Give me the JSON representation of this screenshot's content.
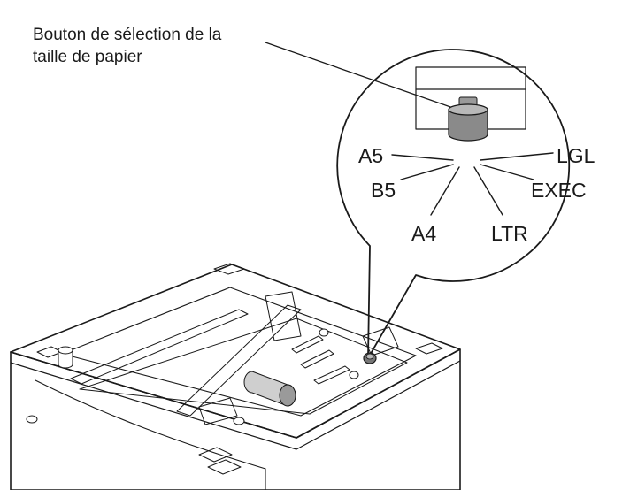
{
  "callout": {
    "line1": "Bouton de sélection de la",
    "line2": "taille de papier"
  },
  "sizes": {
    "a5": "A5",
    "b5": "B5",
    "a4": "A4",
    "ltr": "LTR",
    "exec": "EXEC",
    "lgl": "LGL"
  }
}
